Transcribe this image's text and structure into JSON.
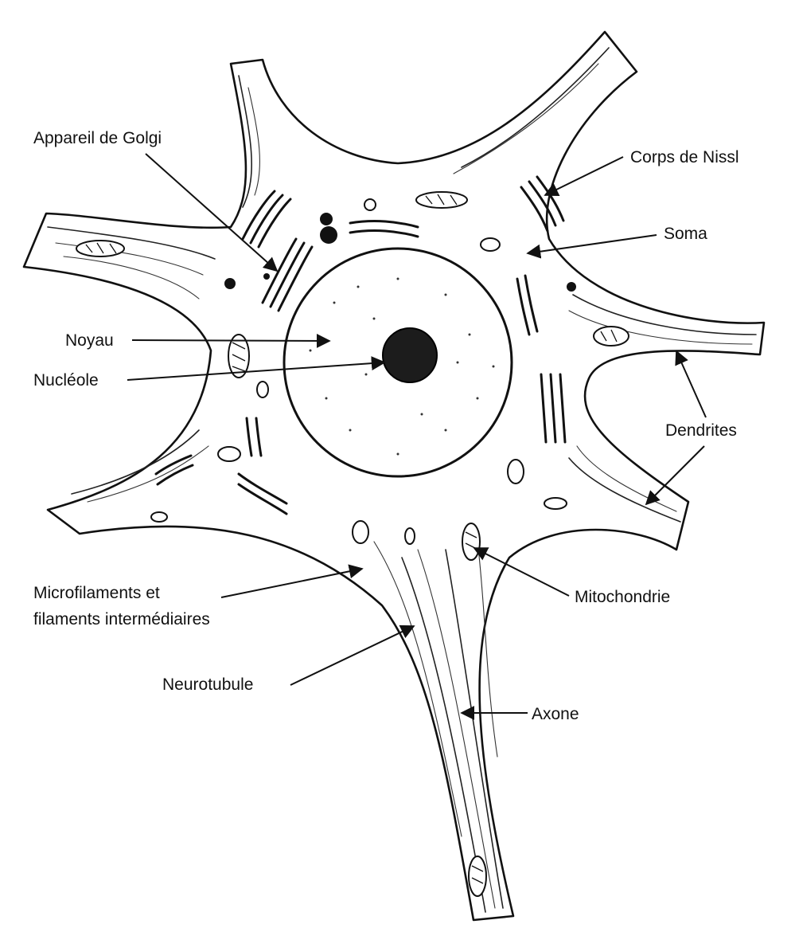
{
  "labels": {
    "golgi": "Appareil de Golgi",
    "nissl": "Corps de Nissl",
    "soma": "Soma",
    "noyau": "Noyau",
    "nucleole": "Nucléole",
    "dendrites": "Dendrites",
    "microfilaments_line1": "Microfilaments et",
    "microfilaments_line2": "filaments intermédiaires",
    "mitochondrie": "Mitochondrie",
    "neurotubule": "Neurotubule",
    "axone": "Axone"
  }
}
